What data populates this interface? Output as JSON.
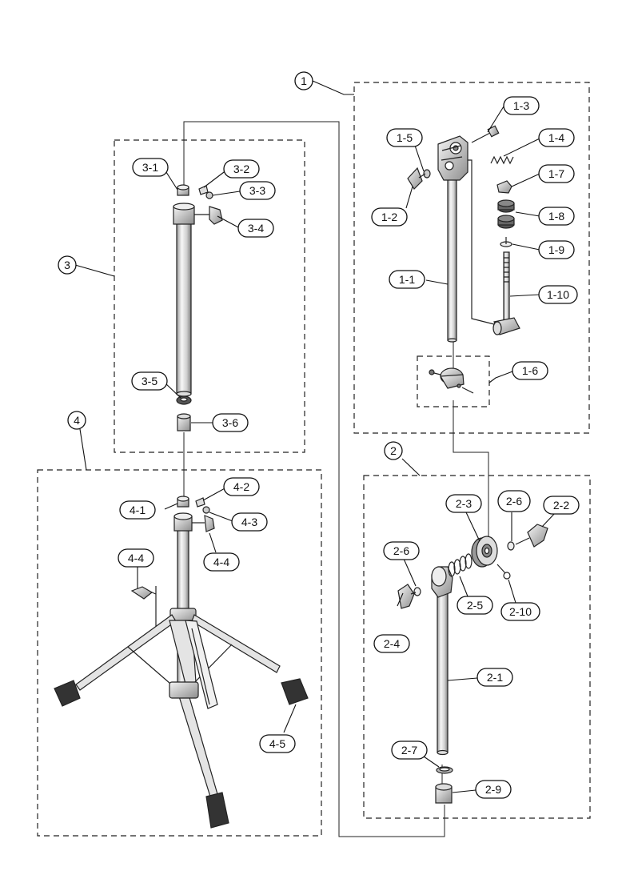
{
  "groups": [
    {
      "id": "1",
      "label": "1"
    },
    {
      "id": "2",
      "label": "2"
    },
    {
      "id": "3",
      "label": "3"
    },
    {
      "id": "4",
      "label": "4"
    }
  ],
  "callouts": {
    "p1_1": "1-1",
    "p1_2": "1-2",
    "p1_3": "1-3",
    "p1_4": "1-4",
    "p1_5": "1-5",
    "p1_6": "1-6",
    "p1_7": "1-7",
    "p1_8": "1-8",
    "p1_9": "1-9",
    "p1_10": "1-10",
    "p2_1": "2-1",
    "p2_2": "2-2",
    "p2_3": "2-3",
    "p2_4": "2-4",
    "p2_5": "2-5",
    "p2_6a": "2-6",
    "p2_6b": "2-6",
    "p2_7": "2-7",
    "p2_9": "2-9",
    "p2_10": "2-10",
    "p3_1": "3-1",
    "p3_2": "3-2",
    "p3_3": "3-3",
    "p3_4": "3-4",
    "p3_5": "3-5",
    "p3_6": "3-6",
    "p4_1": "4-1",
    "p4_2": "4-2",
    "p4_3": "4-3",
    "p4_4a": "4-4",
    "p4_4b": "4-4",
    "p4_5": "4-5"
  },
  "colors": {
    "line": "#222222",
    "background": "#ffffff",
    "metal_light": "#f2f2f2",
    "metal_dark": "#8a8a8a",
    "rubber": "#333333"
  }
}
